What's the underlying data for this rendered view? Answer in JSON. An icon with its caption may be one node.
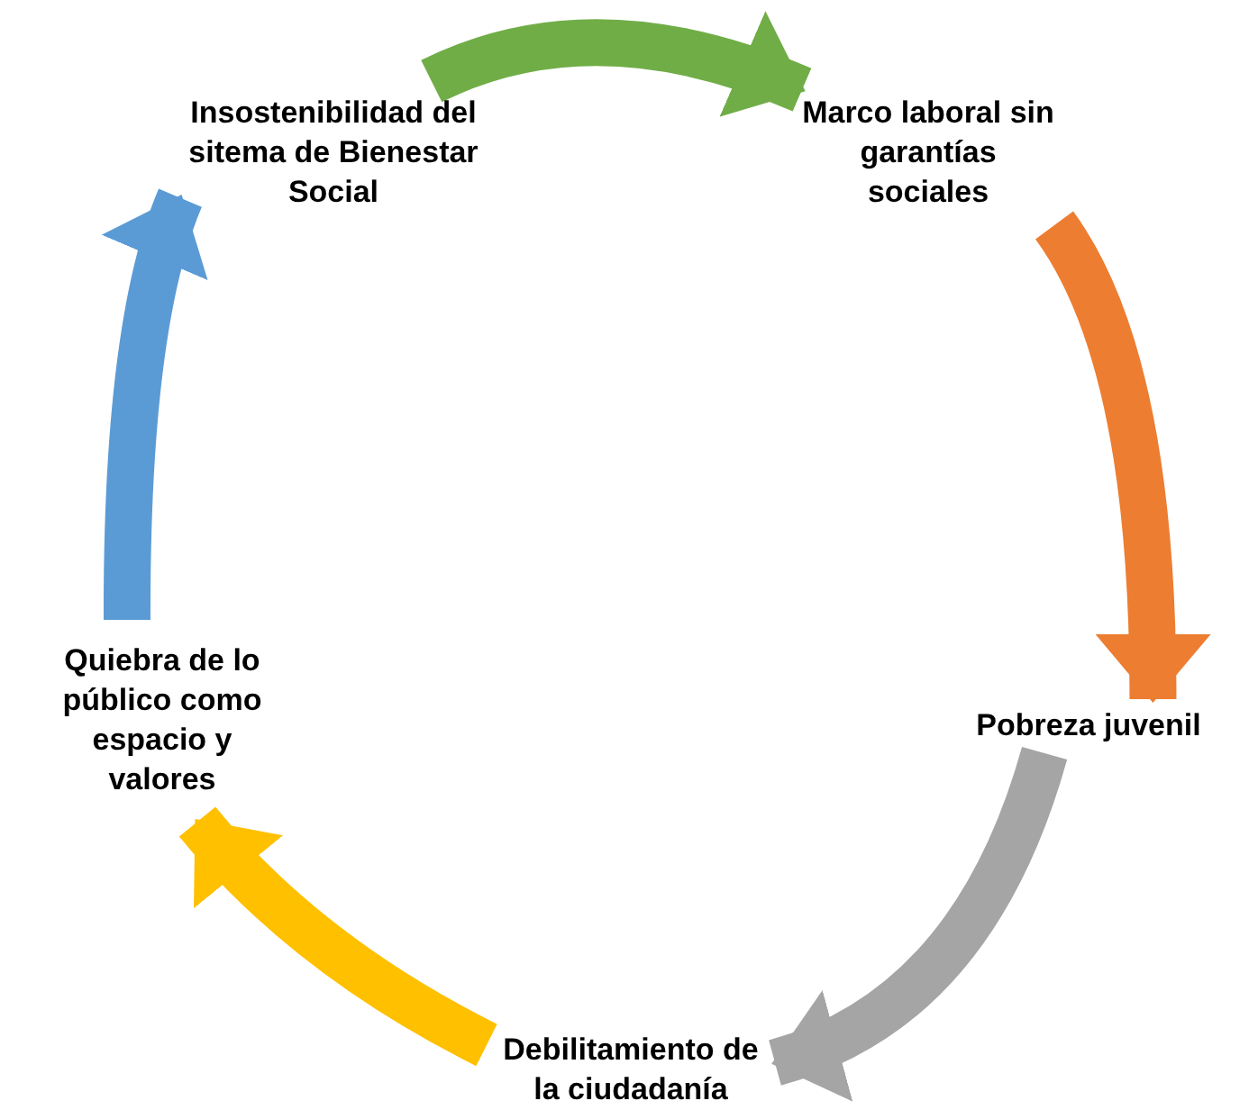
{
  "diagram": {
    "nodes": [
      {
        "text": [
          "Insostenibilidad del sitema de Bienestar Social"
        ]
      },
      {
        "text": [
          "Marco laboral sin garantías sociales"
        ]
      },
      {
        "text": [
          "Pobreza juvenil"
        ]
      },
      {
        "text": [
          "Debilitamiento de la ciudadanía"
        ]
      },
      {
        "text": [
          "Quiebra de lo público como espacio y valores"
        ]
      }
    ],
    "edges": [
      {
        "from": 0,
        "to": 1,
        "arrow": "to",
        "color": "#70ad47"
      },
      {
        "from": 1,
        "to": 2,
        "arrow": "to",
        "color": "#ed7d31"
      },
      {
        "from": 2,
        "to": 3,
        "arrow": "to",
        "color": "#a5a5a5"
      },
      {
        "from": 3,
        "to": 4,
        "arrow": "to",
        "color": "#ffc000"
      },
      {
        "from": 4,
        "to": 0,
        "arrow": "to",
        "color": "#5b9bd5"
      }
    ]
  }
}
